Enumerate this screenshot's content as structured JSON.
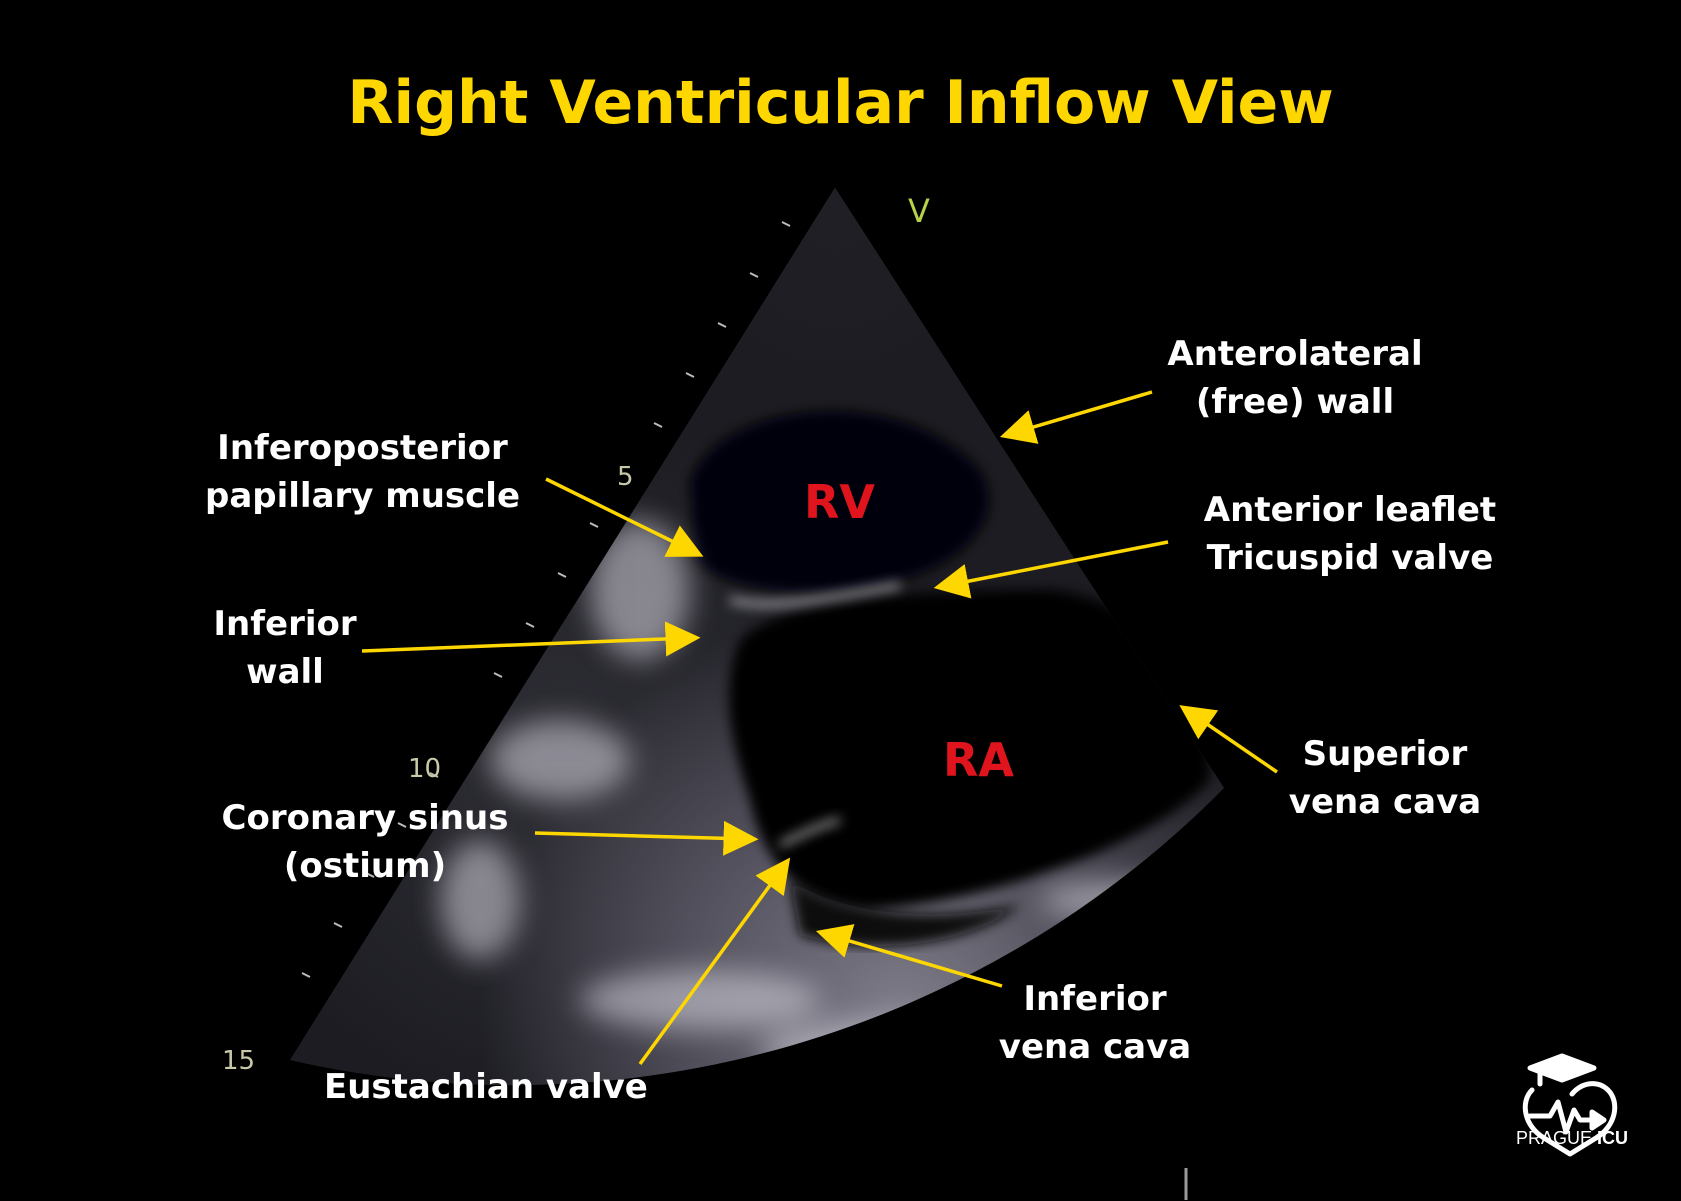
{
  "title": "Right Ventricular Inflow View",
  "colors": {
    "title": "#ffd700",
    "arrows": "#ffd700",
    "chamber_labels": "#e0141c",
    "annotation_text": "#ffffff",
    "orientation_marker": "#b8d14a"
  },
  "orientation_marker": "V",
  "depth_scale": [
    "5",
    "10",
    "15"
  ],
  "chambers": {
    "rv": "RV",
    "ra": "RA"
  },
  "annotations": {
    "anterolateral_wall": [
      "Anterolateral",
      "(free) wall"
    ],
    "inferoposterior_papillary": [
      "Inferoposterior",
      "papillary muscle"
    ],
    "anterior_leaflet": [
      "Anterior leaflet",
      "Tricuspid valve"
    ],
    "inferior_wall": [
      "Inferior",
      "wall"
    ],
    "superior_vena_cava": [
      "Superior",
      "vena cava"
    ],
    "coronary_sinus": [
      "Coronary sinus",
      "(ostium)"
    ],
    "inferior_vena_cava": [
      "Inferior",
      "vena cava"
    ],
    "eustachian_valve": [
      "Eustachian valve"
    ]
  },
  "logo": {
    "icon": "heart-ecg-graduation-cap-icon",
    "text_regular": "PRAGUE",
    "text_bold": "ICU"
  }
}
